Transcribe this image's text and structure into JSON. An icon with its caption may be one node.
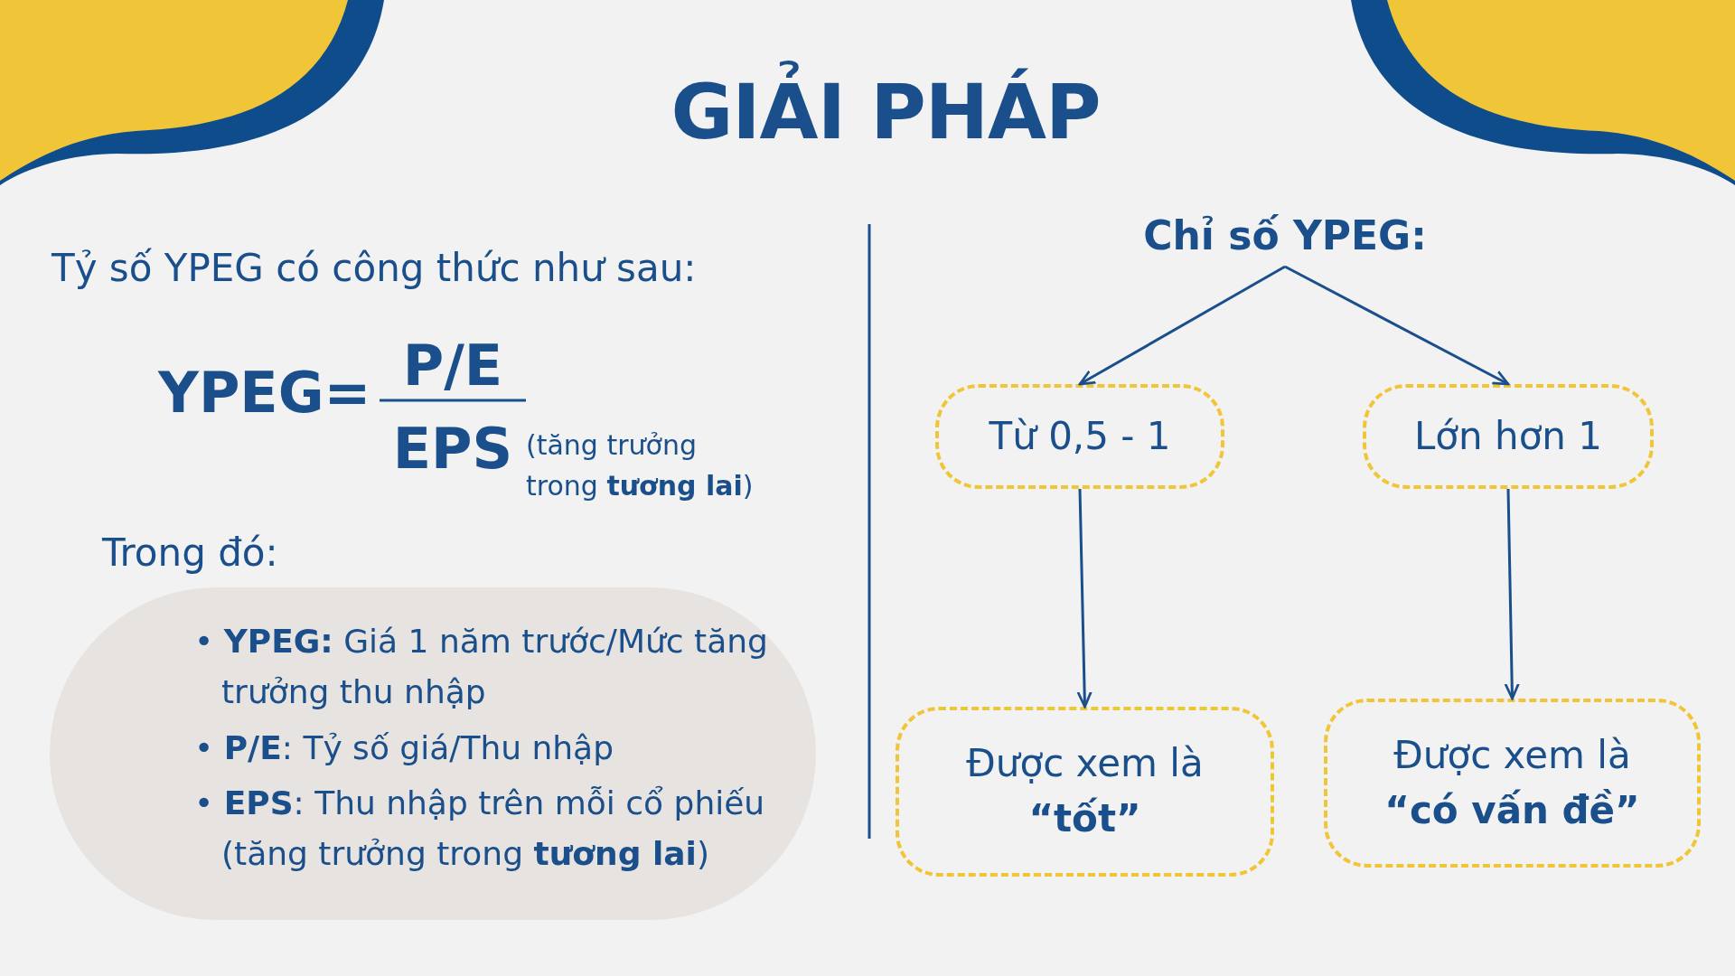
{
  "diagram": {
    "title": "GIẢI PHÁP",
    "nodes": [
      {
        "text": [
          "• **YPEG:** Giá 1 năm trước/Mức tăng trưởng thu nhập",
          "• **P/E**: Tỷ số giá/Thu nhập",
          "• **EPS**: Thu nhập trên mỗi cổ phiếu (tăng trưởng trong **tương lai**)"
        ],
        "beside": [
          "Trong đó:"
        ]
      },
      {
        "text": [
          "Chỉ số YPEG:"
        ]
      },
      {
        "text": [
          "Từ 0,5 - 1"
        ]
      },
      {
        "text": [
          "Lớn hơn 1"
        ]
      },
      {
        "text": [
          "Được xem là **“tốt”**"
        ]
      },
      {
        "text": [
          "Được xem là **“có vấn đề”**"
        ]
      }
    ],
    "edges": [
      {
        "from": 1,
        "to": 2,
        "arrow": "to"
      },
      {
        "from": 1,
        "to": 3,
        "arrow": "to"
      },
      {
        "from": 2,
        "to": 4,
        "arrow": "to"
      },
      {
        "from": 3,
        "to": 5,
        "arrow": "to"
      }
    ],
    "labels": [
      "Tỷ số YPEG có công thức như sau:",
      "YPEG=",
      "P/E",
      "EPS",
      "(tăng trưởng trong **tương lai**)"
    ]
  }
}
